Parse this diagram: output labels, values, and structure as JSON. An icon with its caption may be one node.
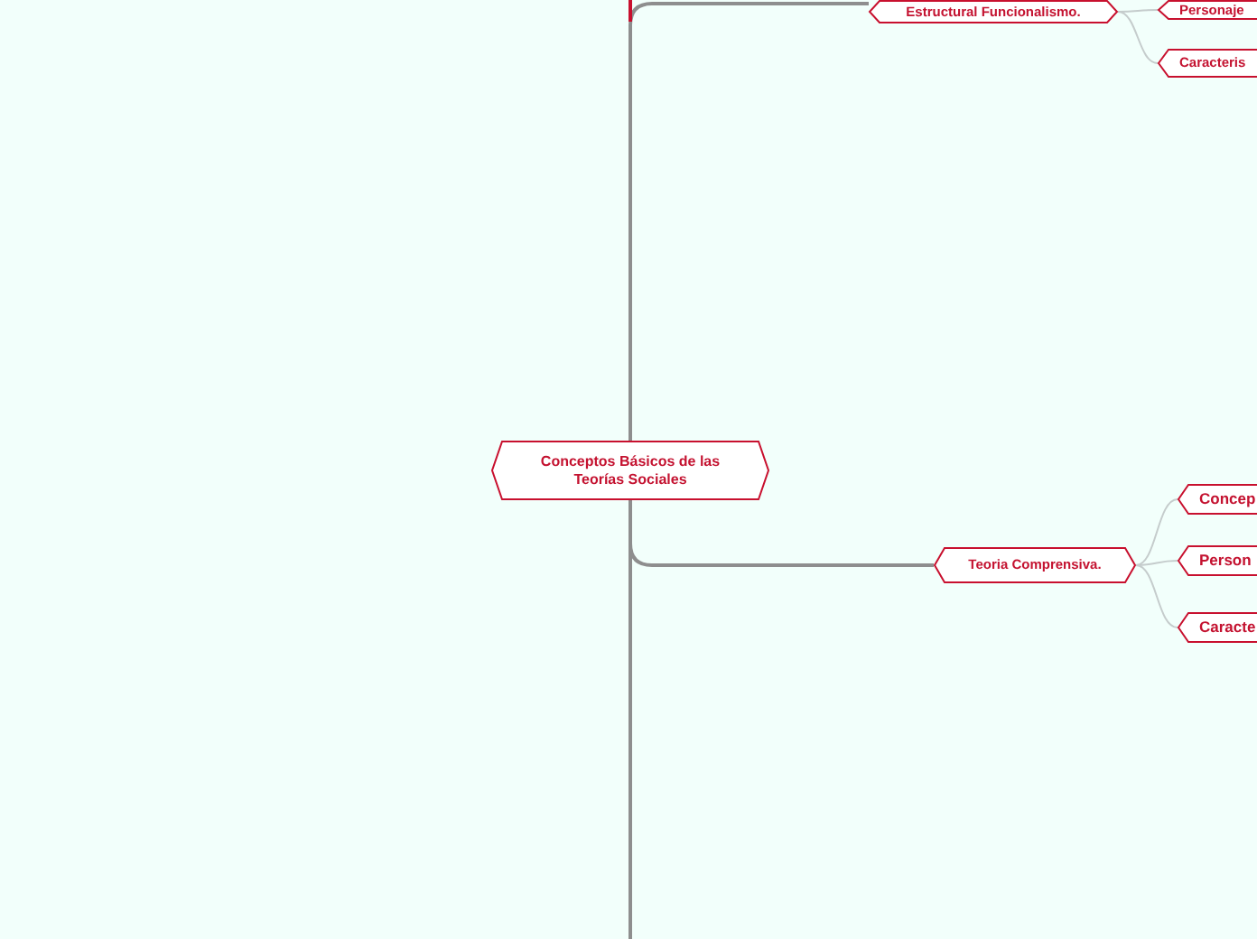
{
  "diagram": {
    "nodes": [
      {
        "text": [
          "Conceptos Básicos de las Teorías Sociales"
        ]
      },
      {
        "text": [
          "Estructural Funcionalismo."
        ]
      },
      {
        "text": [
          "Personaje"
        ]
      },
      {
        "text": [
          "Caracteris"
        ]
      },
      {
        "text": [
          "Teoria Comprensiva."
        ]
      },
      {
        "text": [
          "Concep"
        ]
      },
      {
        "text": [
          "Person"
        ]
      },
      {
        "text": [
          "Caracte"
        ]
      }
    ],
    "edges": [
      {
        "from": 0,
        "to": 1,
        "arrow": "none"
      },
      {
        "from": 1,
        "to": 2,
        "arrow": "none"
      },
      {
        "from": 1,
        "to": 3,
        "arrow": "none"
      },
      {
        "from": 0,
        "to": 4,
        "arrow": "none"
      },
      {
        "from": 4,
        "to": 5,
        "arrow": "none"
      },
      {
        "from": 4,
        "to": 6,
        "arrow": "none"
      },
      {
        "from": 4,
        "to": 7,
        "arrow": "none"
      },
      {
        "from": 0,
        "to": null,
        "arrow": "none"
      }
    ]
  }
}
